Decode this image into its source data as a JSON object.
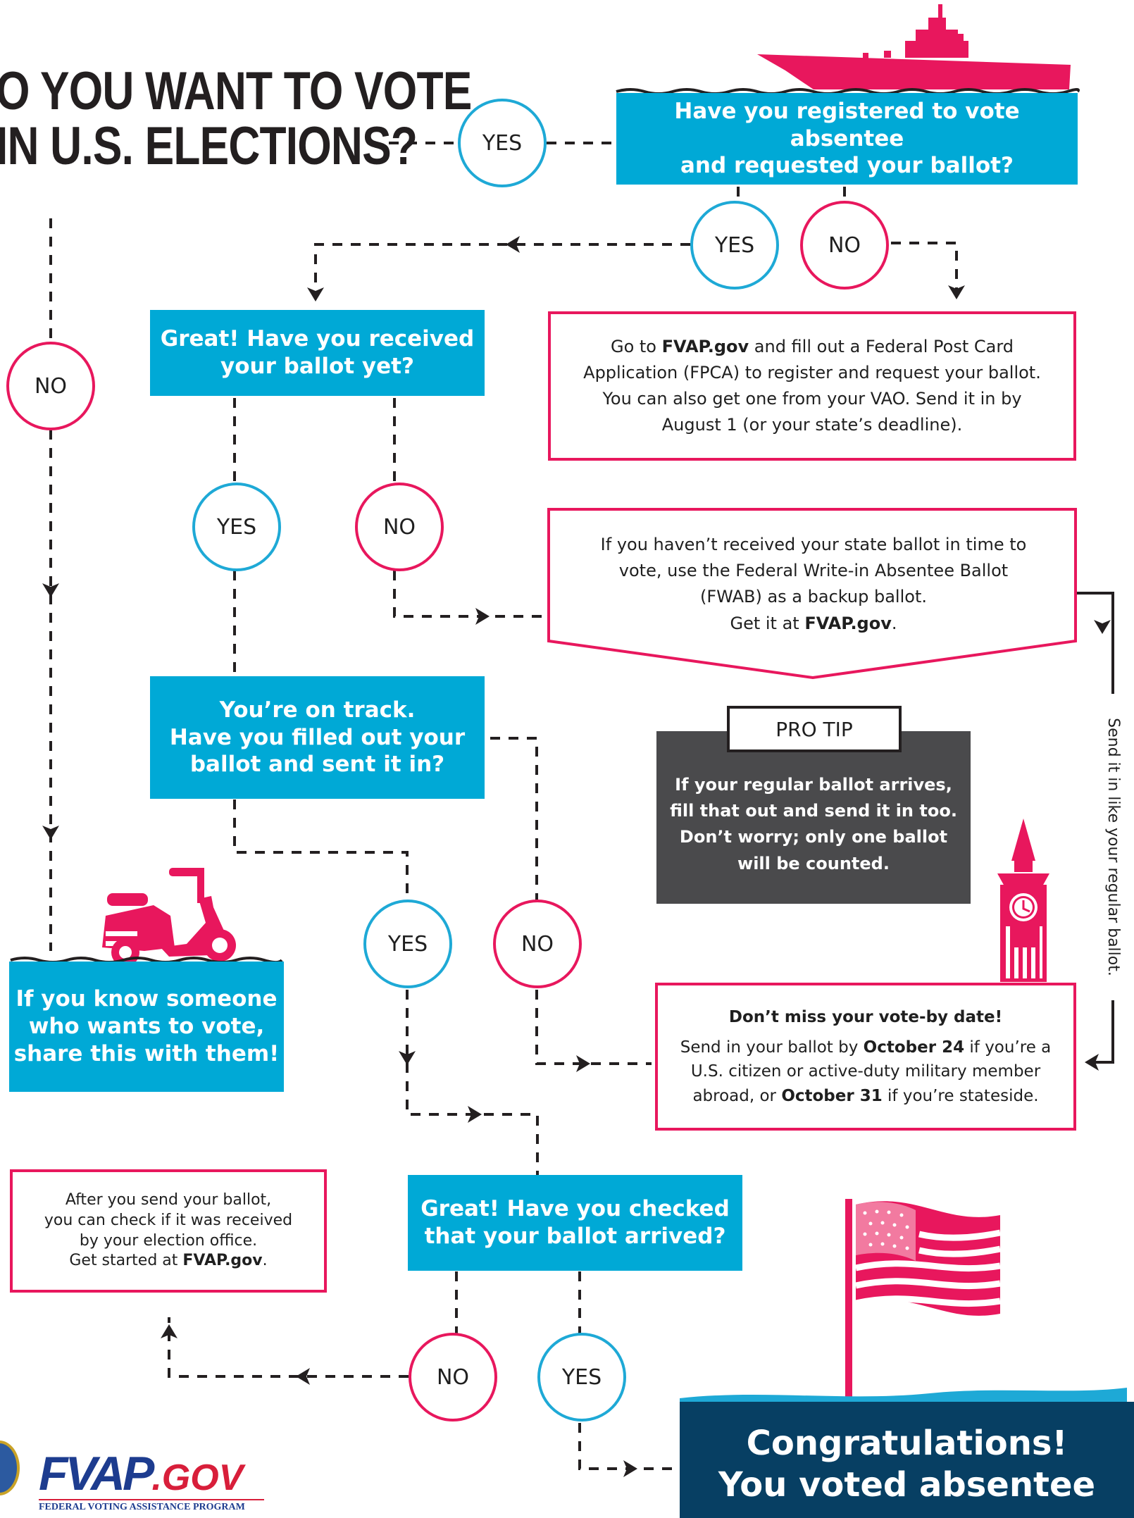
{
  "title": {
    "line1": "O YOU WANT TO VOTE",
    "line2": "IN U.S. ELECTIONS?"
  },
  "answers": {
    "yes": "YES",
    "no": "NO"
  },
  "q_registered": "Have you registered to vote absentee\nand requested your ballot?",
  "q_received": "Great! Have you received\nyour ballot yet?",
  "q_on_track": "You’re on track.\nHave you filled out your\nballot and sent it in?",
  "q_checked": "Great! Have you checked\nthat your ballot arrived?",
  "share_box": "If you know someone\nwho wants to vote,\nshare this with them!",
  "fpca": {
    "pre": "Go to ",
    "link": "FVAP.gov",
    "post": " and fill out a Federal Post Card Application (FPCA) to register and request your ballot. You can also get one from your VAO. Send it in by August 1 (or your state’s deadline)."
  },
  "fwab": {
    "pre": "If you haven’t received your state ballot in time to vote, use the Federal Write-in Absentee Ballot (FWAB) as a backup ballot.",
    "get": "Get it at ",
    "link": "FVAP.gov",
    "end": "."
  },
  "pro_tip": {
    "label": "PRO TIP",
    "text": "If your regular ballot arrives,\nfill that out and send it in too.\nDon’t worry; only one ballot\nwill be counted."
  },
  "vote_by": {
    "heading": "Don’t miss your vote-by date!",
    "t1": "Send in your ballot by ",
    "d1": "October 24",
    "t2": " if you’re a U.S. citizen or active-duty military member abroad, or ",
    "d2": "October 31",
    "t3": " if you’re stateside."
  },
  "side_note": "Send it in like your regular ballot.",
  "check_box": {
    "text": "After you send your ballot,\nyou can check if it was received\nby your election office.",
    "get": "Get started at ",
    "link": "FVAP.gov",
    "end": "."
  },
  "congrats": {
    "line1": "Congratulations!",
    "line2": "You voted absentee"
  },
  "logo": {
    "main": "FVAP",
    "suffix": ".GOV",
    "tagline": "FEDERAL VOTING ASSISTANCE PROGRAM"
  },
  "colors": {
    "blue": "#00a9d6",
    "pink": "#e8175d",
    "navy": "#073f63",
    "dark_gray": "#4a4a4c",
    "line": "#231f20"
  }
}
